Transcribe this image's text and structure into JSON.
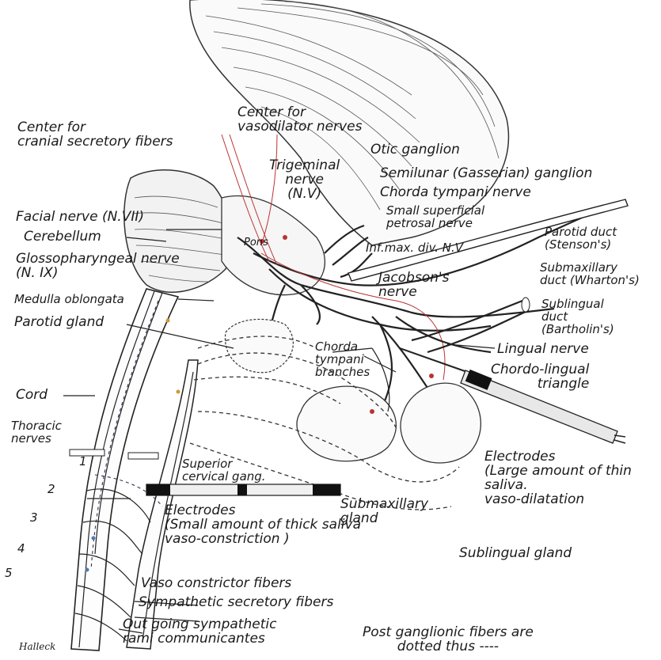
{
  "labels": {
    "center_vasodilator": "Center for\nvasodilator nerves",
    "center_cranial": "Center for\ncranial secretory fibers",
    "otic_ganglion": "Otic ganglion",
    "trigeminal": "Trigeminal\nnerve\n(N.V)",
    "semilunar": "Semilunar (Gasserian) ganglion",
    "chorda_tympani_nerve": "Chorda tympani nerve",
    "small_superficial": "Small superficial\npetrosal nerve",
    "facial_nerve": "Facial nerve (N.VII)",
    "cerebellum": "Cerebellum",
    "pons": "Pons",
    "inf_max": "Inf.max. div. N.V",
    "parotid_duct": "Parotid duct\n(Stenson's)",
    "glossopharyngeal": "Glossopharyngeal nerve\n(N. IX)",
    "medulla": "Medulla oblongata",
    "jacobsons": "Jacobson's\nnerve",
    "submaxillary_duct": "Submaxillary\nduct (Wharton's)",
    "sublingual_duct": "Sublingual\nduct\n(Bartholin's)",
    "parotid_gland": "Parotid gland",
    "chorda_branches": "Chorda\ntympani\nbranches",
    "lingual_nerve": "Lingual nerve",
    "chordo_lingual": "Chordo-lingual\ntriangle",
    "cord": "Cord",
    "thoracic_nerves": "Thoracic\nnerves",
    "superior_cervical": "Superior\ncervical gang.",
    "electrodes_right": "Electrodes\n(Large amount of thin\nsaliva.\nvaso-dilatation",
    "electrodes_left": "Electrodes\n(Small amount of thick saliva\nvaso-constriction )",
    "submaxillary_gland": "Submaxillary\ngland",
    "sublingual_gland": "Sublingual gland",
    "vaso_constrictor": "Vaso constrictor fibers",
    "sympathetic_secretory": "Sympathetic secretory fibers",
    "outgoing_rami": "Out going sympathetic\nrami communicantes",
    "signature": "Halleck",
    "post_ganglionic": "Post ganglionic fibers are\ndotted thus ----",
    "num_1": "1",
    "num_2": "2",
    "num_3": "3",
    "num_4": "4",
    "num_5": "5"
  }
}
